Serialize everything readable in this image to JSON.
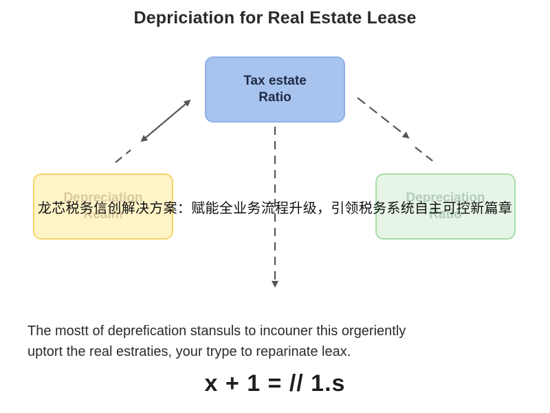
{
  "title": "Depriciation for Real Estate Lease",
  "nodes": {
    "top": {
      "lines": [
        "Tax estate",
        "Ratio"
      ],
      "fill": "#a7c3ee",
      "border": "#8fb1e6"
    },
    "left": {
      "lines": [
        "Depreciation",
        "Realm"
      ],
      "fill": "#fff4c7",
      "border": "#f5d36a"
    },
    "right": {
      "lines": [
        "Depreciation",
        "Ratio"
      ],
      "fill": "#e6f5e6",
      "border": "#a7dca8"
    }
  },
  "watermark": "龙芯税务信创解决方案：赋能全业务流程升级，引领税务系统自主可控新篇章",
  "description": {
    "lines": [
      "The mostt of deprefication stansuls to incouner this orgeriently",
      "uptort the real estraties, your trype to reparinate leax."
    ]
  },
  "formula": "x + 1 = // 1.s",
  "colors": {
    "connector": "#555555"
  }
}
